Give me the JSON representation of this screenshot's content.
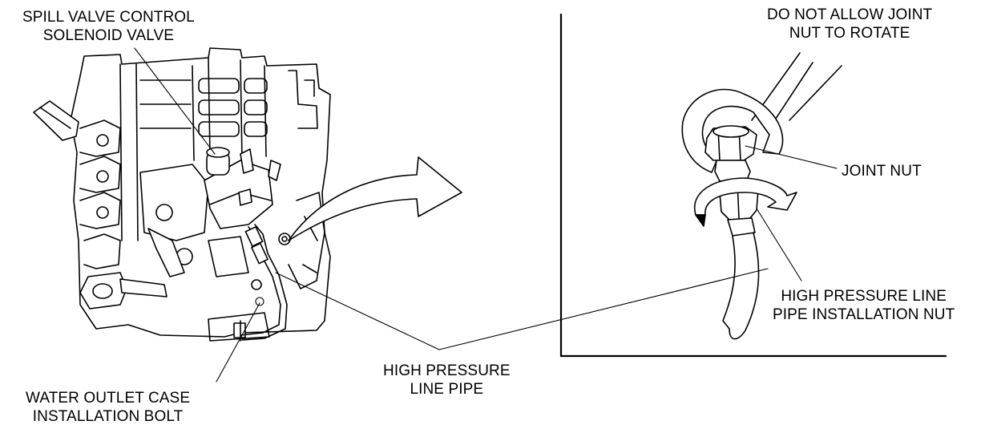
{
  "labels": {
    "spill_valve": [
      "SPILL VALVE CONTROL",
      "SOLENOID VALVE"
    ],
    "water_outlet": [
      "WATER OUTLET CASE",
      "INSTALLATION BOLT"
    ],
    "hp_line_pipe": [
      "HIGH PRESSURE",
      "LINE PIPE"
    ],
    "do_not_allow": [
      "DO NOT ALLOW JOINT",
      "NUT TO ROTATE"
    ],
    "joint_nut": [
      "JOINT NUT"
    ],
    "hp_install_nut": [
      "HIGH PRESSURE LINE",
      "PIPE INSTALLATION NUT"
    ]
  },
  "colors": {
    "ink": "#000000",
    "background": "#ffffff"
  }
}
